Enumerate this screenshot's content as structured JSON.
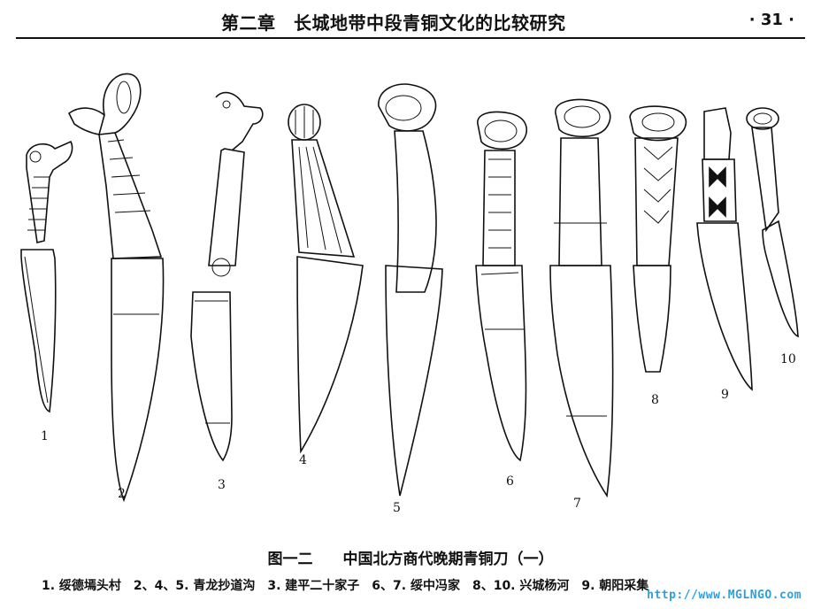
{
  "header": {
    "chapter_title": "第二章　长城地带中段青铜文化的比较研究",
    "page_number": "· 31 ·"
  },
  "figure": {
    "knives": [
      {
        "number": "1"
      },
      {
        "number": "2"
      },
      {
        "number": "3"
      },
      {
        "number": "4"
      },
      {
        "number": "5"
      },
      {
        "number": "6"
      },
      {
        "number": "7"
      },
      {
        "number": "8"
      },
      {
        "number": "9"
      },
      {
        "number": "10"
      }
    ],
    "caption_label": "图一二",
    "caption_title": "中国北方商代晚期青铜刀（一）",
    "legend": "1. 绥德墕头村　2、4、5. 青龙抄道沟　3. 建平二十家子　6、7. 绥中冯家　8、10. 兴城杨河　9. 朝阳采集"
  },
  "watermark": "http://www.MGLNGO.com"
}
